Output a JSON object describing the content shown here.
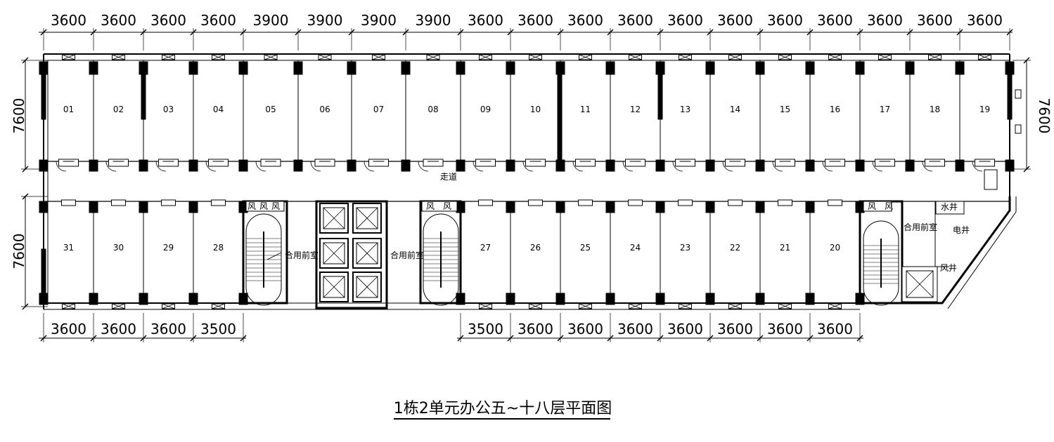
{
  "title": "1栋2单元办公五~十八层平面图",
  "dimensions": {
    "top": [
      "3600",
      "3600",
      "3600",
      "3600",
      "3900",
      "3900",
      "3900",
      "3900",
      "3600",
      "3600",
      "3600",
      "3600",
      "3600",
      "3600",
      "3600",
      "3600",
      "3600",
      "3600",
      "3600"
    ],
    "bottom_left": [
      "3600",
      "3600",
      "3600",
      "3500"
    ],
    "bottom_right": [
      "3500",
      "3600",
      "3600",
      "3600",
      "3600",
      "3600",
      "3600",
      "3600"
    ],
    "left_upper": "7600",
    "left_lower": "7600",
    "right_upper": "7600"
  },
  "rooms_north": [
    "01",
    "02",
    "03",
    "04",
    "05",
    "06",
    "07",
    "08",
    "09",
    "10",
    "11",
    "12",
    "13",
    "14",
    "15",
    "16",
    "17",
    "18",
    "19"
  ],
  "rooms_south_left": [
    "31",
    "30",
    "29",
    "28"
  ],
  "rooms_south_right": [
    "27",
    "26",
    "25",
    "24",
    "23",
    "22",
    "21",
    "20"
  ],
  "labels": {
    "corridor": "走道",
    "shared_lobby": "合用前室",
    "water_shaft": "水井",
    "electric_shaft": "电井",
    "air_shaft": "风井",
    "vent": "风"
  }
}
